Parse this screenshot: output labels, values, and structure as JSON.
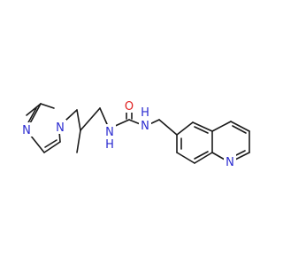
{
  "structure": {
    "labels": {
      "n_imidazole_ring": "N",
      "n_imidazole_link": "N",
      "oxygen": "O",
      "nh_left": "N",
      "h_left": "H",
      "nh_right": "N",
      "h_right": "H",
      "n_quinoline": "N"
    },
    "colors": {
      "bond": "#1a1a1a",
      "nitrogen": "#2a2ad0",
      "oxygen": "#e02020",
      "background": "#ffffff"
    }
  }
}
